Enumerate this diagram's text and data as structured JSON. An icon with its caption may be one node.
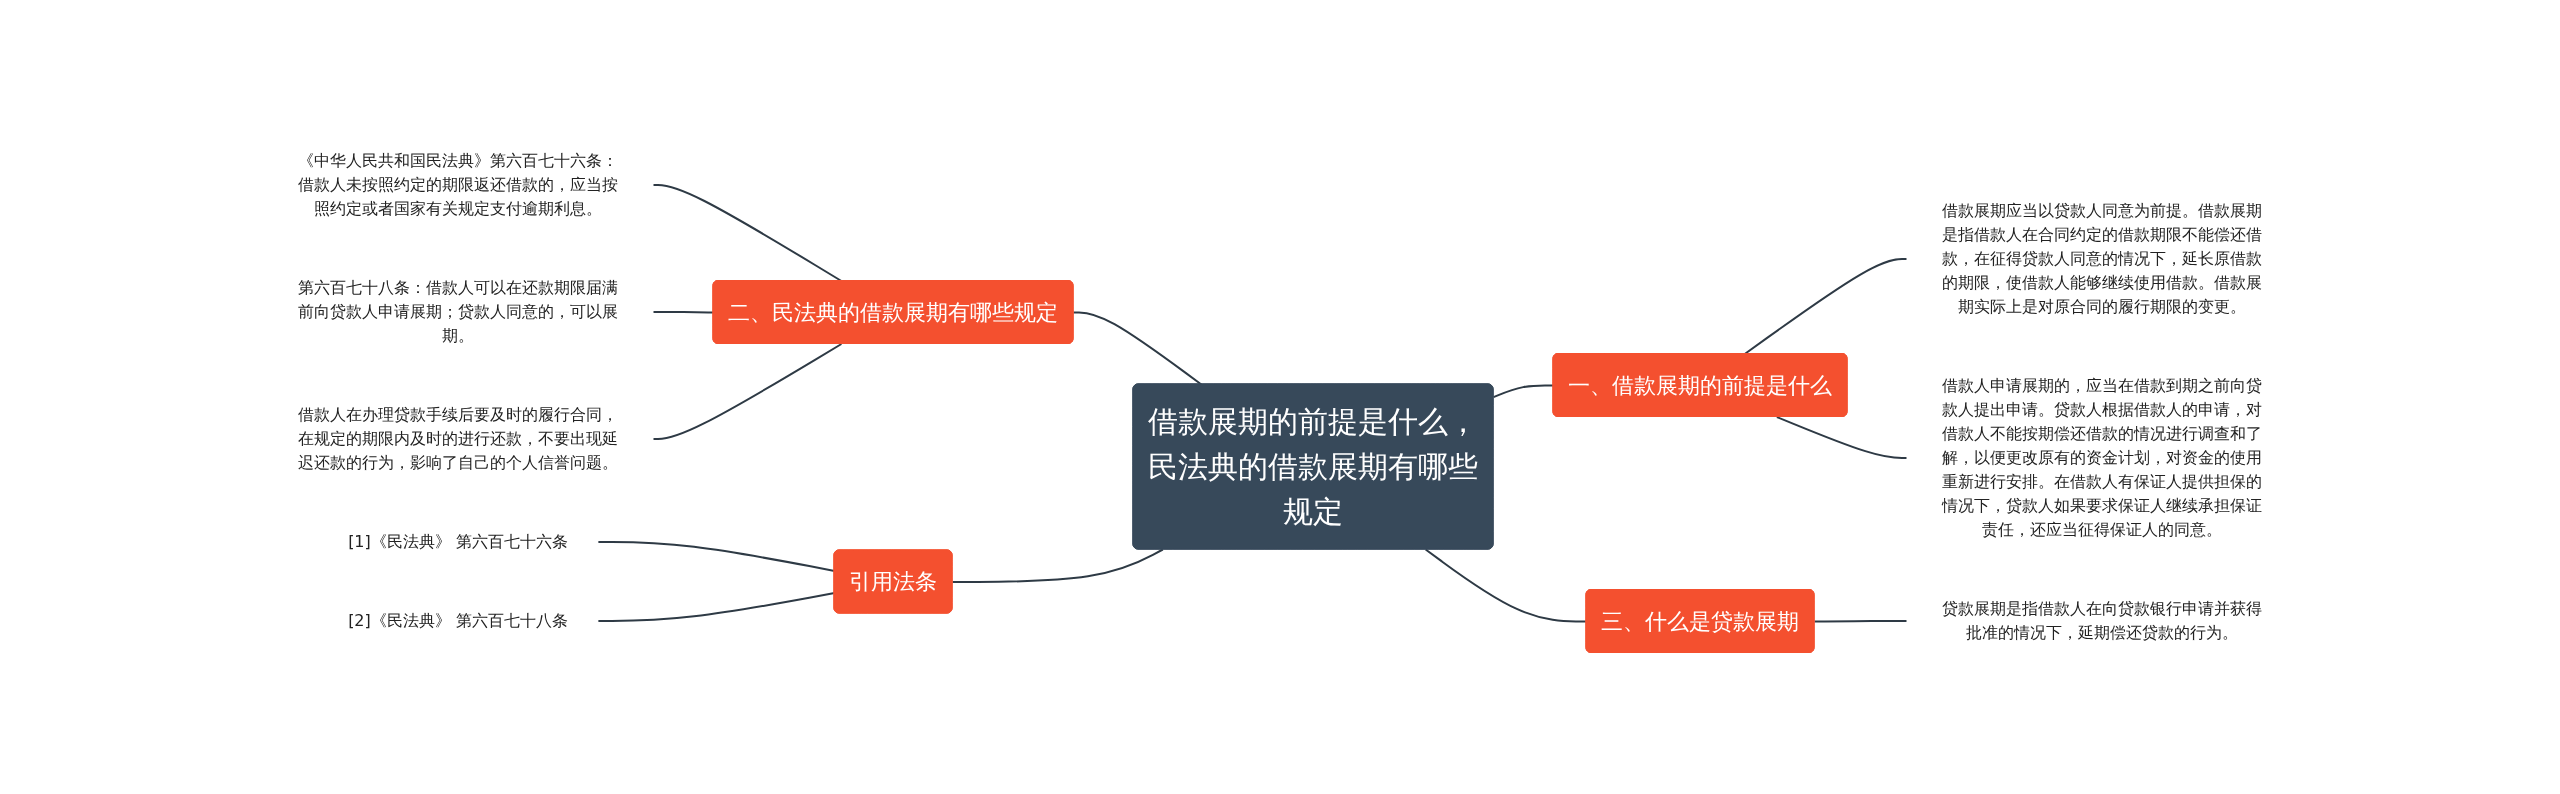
{
  "diagram": {
    "nodes": [
      {
        "text": [
          "借款展期的前提是什么，民法典的借款展期有哪些规定"
        ]
      },
      {
        "text": [
          "一、借款展期的前提是什么"
        ]
      },
      {
        "text": [
          "借款展期应当以贷款人同意为前提。借款展期是指借款人在合同约定的借款期限不能偿还借款，在征得贷款人同意的情况下，延长原借款的期限，使借款人能够继续使用借款。借款展期实际上是对原合同的履行期限的变更。"
        ]
      },
      {
        "text": [
          "借款人申请展期的，应当在借款到期之前向贷款人提出申请。贷款人根据借款人的申请，对借款人不能按期偿还借款的情况进行调查和了解，以便更改原有的资金计划，对资金的使用重新进行安排。在借款人有保证人提供担保的情况下，贷款人如果要求保证人继续承担保证责任，还应当征得保证人的同意。"
        ]
      },
      {
        "text": [
          "三、什么是贷款展期"
        ]
      },
      {
        "text": [
          "贷款展期是指借款人在向贷款银行申请并获得批准的情况下，延期偿还贷款的行为。"
        ]
      },
      {
        "text": [
          "二、民法典的借款展期有哪些规定"
        ]
      },
      {
        "text": [
          "《中华人民共和国民法典》第六百七十六条：借款人未按照约定的期限返还借款的，应当按照约定或者国家有关规定支付逾期利息。"
        ]
      },
      {
        "text": [
          "第六百七十八条：借款人可以在还款期限届满前向贷款人申请展期；贷款人同意的，可以展期。"
        ]
      },
      {
        "text": [
          "借款人在办理贷款手续后要及时的履行合同，在规定的期限内及时的进行还款，不要出现延迟还款的行为，影响了自己的个人信誉问题。"
        ]
      },
      {
        "text": [
          "引用法条"
        ]
      },
      {
        "text": [
          "[1]《民法典》 第六百七十六条"
        ]
      },
      {
        "text": [
          "[2]《民法典》 第六百七十八条"
        ]
      }
    ],
    "edges": [
      {
        "from": 0,
        "to": 1,
        "arrow": "none"
      },
      {
        "from": 1,
        "to": 2,
        "arrow": "none"
      },
      {
        "from": 1,
        "to": 3,
        "arrow": "none"
      },
      {
        "from": 0,
        "to": 4,
        "arrow": "none"
      },
      {
        "from": 4,
        "to": 5,
        "arrow": "none"
      },
      {
        "from": 6,
        "to": 0,
        "arrow": "none"
      },
      {
        "from": 7,
        "to": 6,
        "arrow": "none"
      },
      {
        "from": 8,
        "to": 6,
        "arrow": "none"
      },
      {
        "from": 9,
        "to": 6,
        "arrow": "none"
      },
      {
        "from": 10,
        "to": 0,
        "arrow": "none"
      },
      {
        "from": 11,
        "to": 10,
        "arrow": "none"
      },
      {
        "from": 12,
        "to": 10,
        "arrow": "none"
      }
    ]
  }
}
